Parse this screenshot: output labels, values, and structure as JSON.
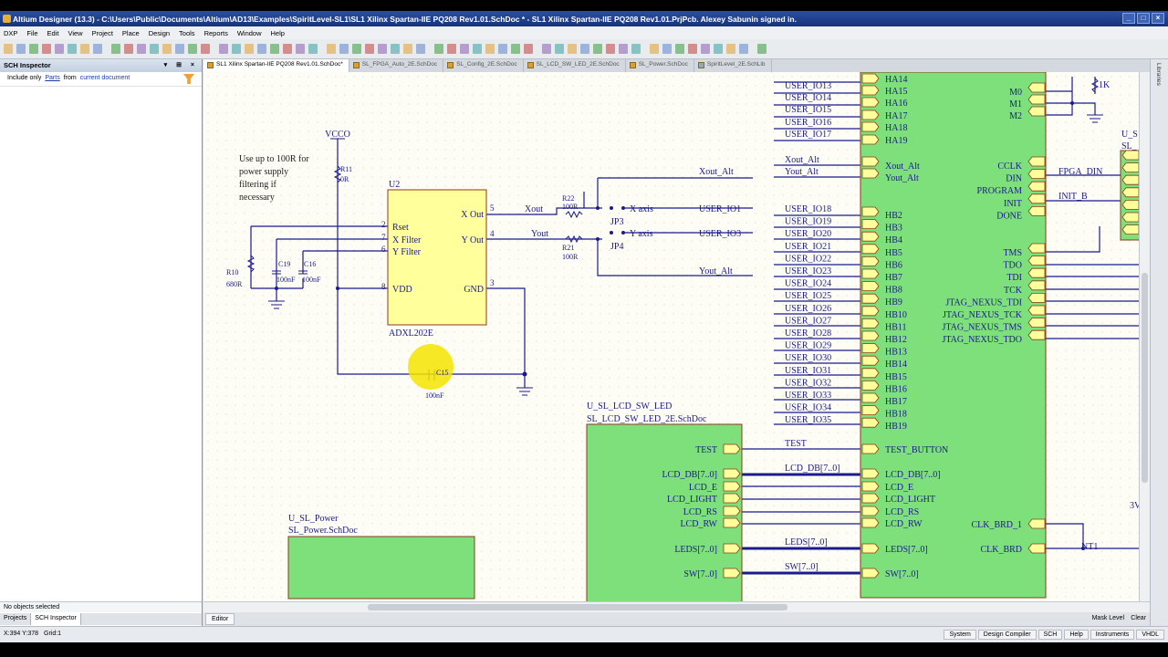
{
  "window": {
    "title": "Altium Designer (13.3) - C:\\Users\\Public\\Documents\\Altium\\AD13\\Examples\\SpiritLevel-SL1\\SL1 Xilinx Spartan-IIE PQ208 Rev1.01.SchDoc * - SL1 Xilinx Spartan-IIE PQ208 Rev1.01.PrjPcb. Alexey Sabunin signed in."
  },
  "menu": [
    "DXP",
    "File",
    "Edit",
    "View",
    "Project",
    "Place",
    "Design",
    "Tools",
    "Reports",
    "Window",
    "Help"
  ],
  "panel": {
    "title": "SCH Inspector",
    "filter_prefix": "Include only",
    "filter_link": "Parts",
    "filter_from": "from",
    "filter_scope": "current document",
    "status": "No objects selected",
    "tabs": [
      "Projects",
      "SCH Inspector"
    ]
  },
  "doc_tabs": [
    "SL1 Xilinx Spartan-IIE PQ208 Rev1.01.SchDoc*",
    "SL_FPGA_Auto_2E.SchDoc",
    "SL_Config_2E.SchDoc",
    "SL_LCD_SW_LED_2E.SchDoc",
    "SL_Power.SchDoc",
    "SpiritLevel_2E.SchLib"
  ],
  "schematic": {
    "vcc_label": "VCCO",
    "note": [
      "Use up to 100R for",
      "power supply",
      "filtering if",
      "necessary"
    ],
    "r11": {
      "ref": "R11",
      "val": "0R"
    },
    "u2": {
      "ref": "U2",
      "part": "ADXL202E",
      "pins_left": [
        "Rset",
        "X Filter",
        "Y Filter",
        "VDD"
      ],
      "pin_nums_left": [
        "2",
        "7",
        "6",
        "8"
      ],
      "pins_right": [
        "X Out",
        "Y Out",
        "GND"
      ],
      "pin_nums_right": [
        "5",
        "4",
        "3"
      ]
    },
    "r10": {
      "ref": "R10",
      "val": "680R"
    },
    "c19": {
      "ref": "C19",
      "val": "100nF"
    },
    "c16": {
      "ref": "C16",
      "val": "100nF"
    },
    "c15": {
      "ref": "C15",
      "val": "100nF"
    },
    "r22": {
      "ref": "R22",
      "val": "100R"
    },
    "r21": {
      "ref": "R21",
      "val": "100R"
    },
    "jp3": "JP3",
    "jp4": "JP4",
    "net_xout": "Xout",
    "net_yout": "Yout",
    "x_axis": "X axis",
    "y_axis": "Y axis",
    "xout_alt": "Xout_Alt",
    "yout_alt": "Yout_Alt",
    "user_io1": "USER_IO1",
    "user_io3": "USER_IO3",
    "io_top_nets": [
      "USER_IO13",
      "USER_IO14",
      "USER_IO15",
      "USER_IO16",
      "USER_IO17"
    ],
    "io_top_ports": [
      "HA14",
      "HA15",
      "HA16",
      "HA17",
      "HA18",
      "HA19"
    ],
    "alt_nets": [
      "Xout_Alt",
      "Yout_Alt"
    ],
    "alt_ports": [
      "Xout_Alt",
      "Yout_Alt"
    ],
    "io_nets": [
      "USER_IO18",
      "USER_IO19",
      "USER_IO20",
      "USER_IO21",
      "USER_IO22",
      "USER_IO23",
      "USER_IO24",
      "USER_IO25",
      "USER_IO26",
      "USER_IO27",
      "USER_IO28",
      "USER_IO29",
      "USER_IO30",
      "USER_IO31",
      "USER_IO32",
      "USER_IO33",
      "USER_IO34",
      "USER_IO35"
    ],
    "io_ports": [
      "HB2",
      "HB3",
      "HB4",
      "HB5",
      "HB6",
      "HB7",
      "HB8",
      "HB9",
      "HB10",
      "HB11",
      "HB12",
      "HB13",
      "HB14",
      "HB15",
      "HB16",
      "HB17",
      "HB18",
      "HB19"
    ],
    "right_ports_top": [
      "M0",
      "M1",
      "M2"
    ],
    "config_ports": [
      "CCLK",
      "DIN",
      "PROGRAM",
      "INIT",
      "DONE"
    ],
    "config_nets": [
      "FPGA_DIN",
      "INIT_B"
    ],
    "jtag_ports": [
      "TMS",
      "TDO",
      "TDI",
      "TCK",
      "JTAG_NEXUS_TDI",
      "JTAG_NEXUS_TCK",
      "JTAG_NEXUS_TMS",
      "JTAG_NEXUS_TDO"
    ],
    "r_top_val": "1K",
    "u_s_partial": "U_S",
    "sl_partial": "SL_",
    "lcd_sheet": {
      "designator": "U_SL_LCD_SW_LED",
      "file": "SL_LCD_SW_LED_2E.SchDoc",
      "ports": [
        "TEST",
        "LCD_DB[7..0]",
        "LCD_E",
        "LCD_LIGHT",
        "LCD_RS",
        "LCD_RW",
        "LEDS[7..0]",
        "SW[7..0]"
      ]
    },
    "fpga_bottom_ports": [
      "TEST_BUTTON",
      "LCD_DB[7..0]",
      "LCD_E",
      "LCD_LIGHT",
      "LCD_RS",
      "LCD_RW",
      "LEDS[7..0]",
      "SW[7..0]"
    ],
    "bus_labels": [
      "TEST",
      "LCD_DB[7..0]",
      "LEDS[7..0]",
      "SW[7..0]"
    ],
    "clk_ports": [
      "CLK_BRD_1",
      "CLK_BRD"
    ],
    "nt1": "NT1",
    "v3_partial": "3V",
    "power_sheet": {
      "designator": "U_SL_Power",
      "file": "SL_Power.SchDoc"
    }
  },
  "right_strip": [
    "Libraries"
  ],
  "editor_tab": "Editor",
  "mask_level": "Mask Level",
  "clear": "Clear",
  "status": {
    "coords": "X:394 Y:378",
    "grid": "Grid:1",
    "buttons": [
      "System",
      "Design Compiler",
      "SCH",
      "Help",
      "Instruments",
      "VHDL"
    ]
  },
  "colors": {
    "sheet_fill": "#7ee07a",
    "component_fill": "#ffff9c",
    "wire": "#1a1a8c",
    "port_fill": "#ffff9c"
  }
}
